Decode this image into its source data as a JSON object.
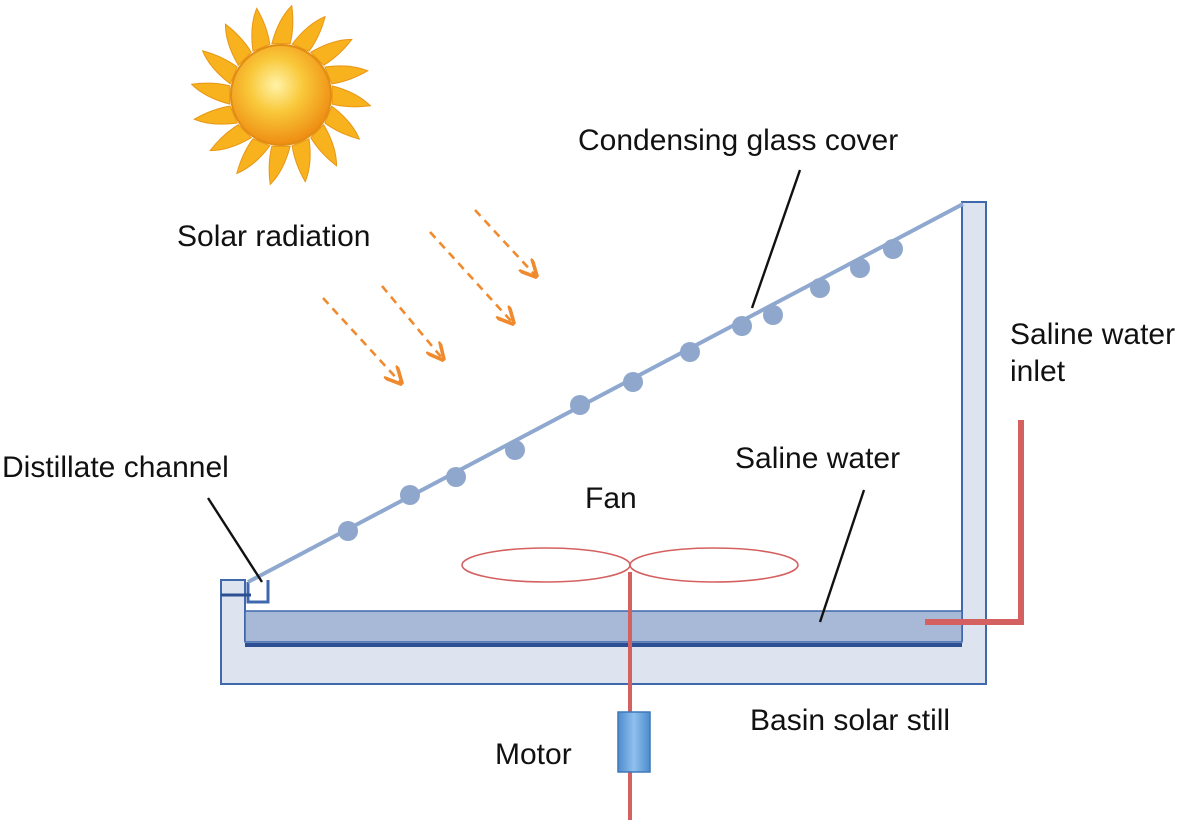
{
  "labels": {
    "glass_cover": "Condensing glass cover",
    "solar_radiation": "Solar radiation",
    "saline_inlet_line1": "Saline water",
    "saline_inlet_line2": "inlet",
    "distillate_channel": "Distillate channel",
    "saline_water": "Saline water",
    "fan": "Fan",
    "motor": "Motor",
    "basin_still": "Basin solar still"
  },
  "colors": {
    "frame_stroke": "#3f68ad",
    "frame_fill": "#dde4f0",
    "water_fill": "#a7b9d6",
    "droplet": "#8fa7cc",
    "glass": "#8fa8cf",
    "pipe": "#d46060",
    "arrow": "#f08a2e",
    "sun_core": "#f5a21b",
    "sun_ray": "#f7b21e",
    "motor_fill": "#6fa6dd"
  },
  "icons": [
    "sun-icon",
    "radiation-arrow-icon",
    "droplet-icon",
    "fan-icon",
    "motor-icon"
  ]
}
